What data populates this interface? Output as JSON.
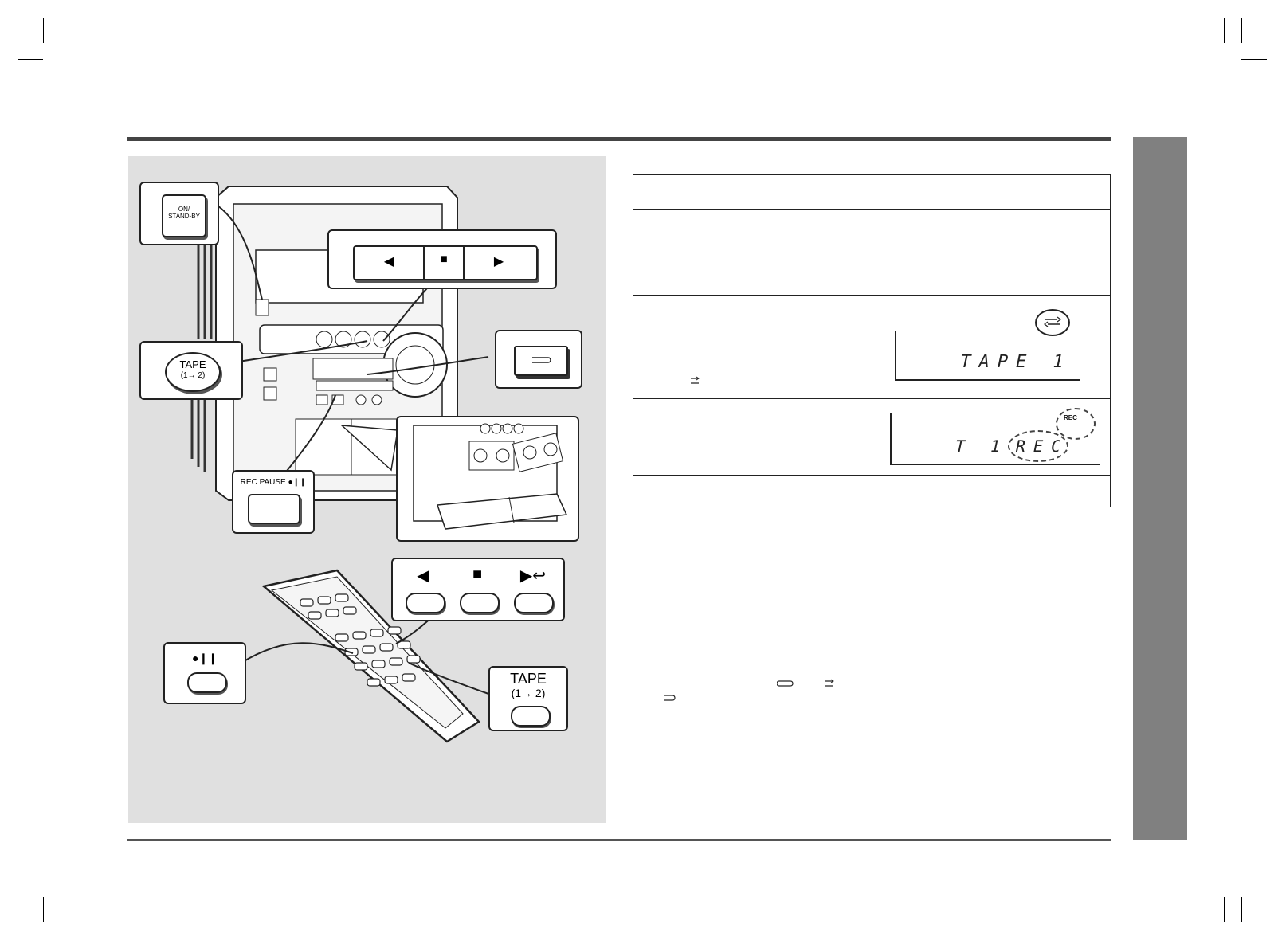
{
  "front_panel": {
    "on_standby": "ON/\nSTAND-BY",
    "tape_button": "TAPE",
    "tape_direction": "(1→ 2)",
    "rec_pause": "REC PAUSE ●❙❙",
    "transport_rewind": "◀",
    "transport_stop": "■",
    "transport_play": "▶"
  },
  "remote": {
    "rewind": "◀",
    "stop": "■",
    "play_reverse": "▶↩",
    "rec_pause": "●❙❙",
    "tape_button": "TAPE",
    "tape_direction": "(1→ 2)"
  },
  "displays": {
    "step3_text": "TAPE 1",
    "step4_track": "T 1",
    "step4_rec": "REC",
    "step4_rec_indicator": "REC"
  },
  "icons": {
    "reverse_mode": "reverse-mode-icon",
    "one_side": "one-side-icon"
  }
}
